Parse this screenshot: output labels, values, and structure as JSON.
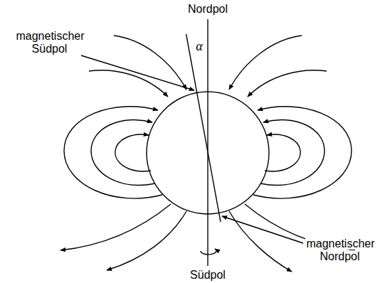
{
  "diagram": {
    "labels": [
      "Nordpol",
      "magnetischer Südpol",
      "α",
      "magnetischer Nordpol",
      "Südpol"
    ]
  }
}
